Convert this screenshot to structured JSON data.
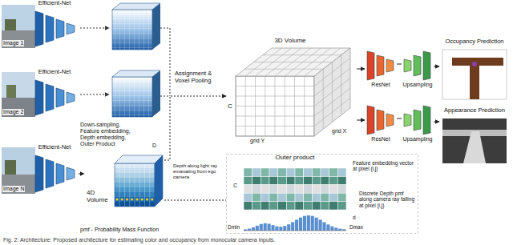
{
  "diagram": {
    "caption": "Fig. 2: Architecture: Proposed architecture for estimating color and occupancy from monocular camera inputs.",
    "nodes": [
      {
        "text": [
          "Efficient-Net"
        ]
      },
      {
        "text": [
          "Efficient-Net"
        ]
      },
      {
        "text": [
          "Efficient-Net"
        ]
      },
      {
        "text": [
          "4D Volume"
        ]
      },
      {
        "text": [
          "3D Volume"
        ]
      },
      {
        "text": [
          "ResNet"
        ]
      },
      {
        "text": [
          "Upsampling"
        ]
      },
      {
        "text": [
          "Occupancy Prediction"
        ]
      },
      {
        "text": [
          "ResNet"
        ]
      },
      {
        "text": [
          "Upsampling"
        ]
      },
      {
        "text": [
          "Appearance Prediction"
        ]
      },
      {
        "text": [
          "Outer product"
        ]
      }
    ],
    "edges": [
      {
        "from": 2,
        "to": 3,
        "arrow": "to"
      },
      {
        "from": 3,
        "to": 4,
        "arrow": "to"
      },
      {
        "from": 4,
        "to": 5,
        "arrow": "to"
      },
      {
        "from": 5,
        "to": 6,
        "arrow": "none"
      },
      {
        "from": 6,
        "to": 7,
        "arrow": "to"
      },
      {
        "from": 4,
        "to": 8,
        "arrow": "to"
      },
      {
        "from": 8,
        "to": 9,
        "arrow": "none"
      },
      {
        "from": 9,
        "to": 10,
        "arrow": "to"
      },
      {
        "from": 3,
        "to": 11,
        "arrow": "none"
      }
    ],
    "labels": [
      "Image 1",
      "Image 2",
      "Image N",
      "Down-sampling, Feature embedding, Depth embedding, Outer Product",
      "Assignment & Voxel Pooling",
      "C",
      "grid X",
      "grid Y",
      "D",
      "Depth along light ray emanating from ego camera",
      "C",
      "Feature embedding vector at pixel (i,j)",
      "Dmin",
      "Dmax",
      "d",
      "Discrete Depth pmf along camera ray falling at pixel (i,j)",
      "pmf - Probability Mass Function"
    ]
  }
}
